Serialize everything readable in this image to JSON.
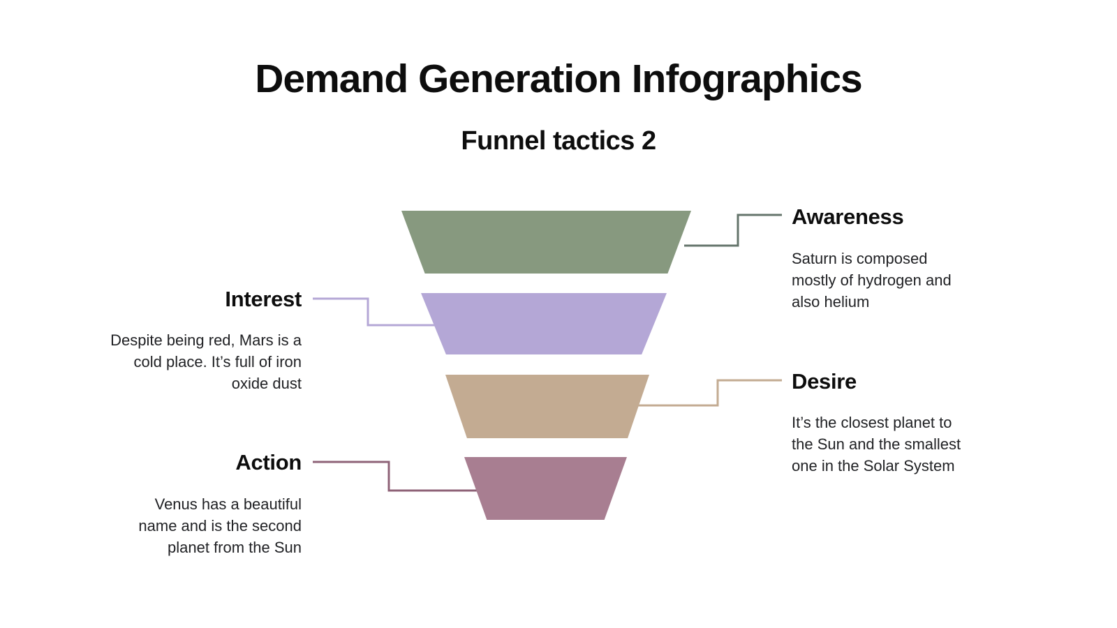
{
  "page": {
    "title": "Demand Generation Infographics",
    "subtitle": "Funnel tactics 2"
  },
  "funnel": {
    "stages": [
      {
        "label": "Awareness",
        "description": "Saturn is composed mostly of hydrogen and also helium",
        "color": "#87997F",
        "line_color": "#64746B"
      },
      {
        "label": "Interest",
        "description": "Despite being red, Mars is a cold place. It’s full of iron oxide dust",
        "color": "#B4A7D6",
        "line_color": "#B4A7D6"
      },
      {
        "label": "Desire",
        "description": "It’s the closest planet to the Sun and the smallest one in the Solar System",
        "color": "#C3AB92",
        "line_color": "#C3AB92"
      },
      {
        "label": "Action",
        "description": "Venus has a beautiful name and is the second planet from the Sun",
        "color": "#A87E91",
        "line_color": "#8E6277"
      }
    ]
  },
  "colors": {
    "background": "#FFFFFF",
    "text": "#0D0D0D"
  }
}
